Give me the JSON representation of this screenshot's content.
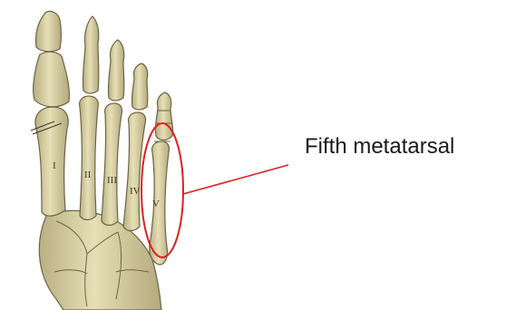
{
  "callout": {
    "label": "Fifth metatarsal"
  },
  "numerals": {
    "first": "I",
    "second": "II",
    "third": "III",
    "fourth": "IV",
    "fifth": "V"
  },
  "colors": {
    "bone_fill": "#dcd5a8",
    "bone_shade": "#b9b083",
    "bone_outline": "#6b6446",
    "highlight": "#e02020"
  }
}
